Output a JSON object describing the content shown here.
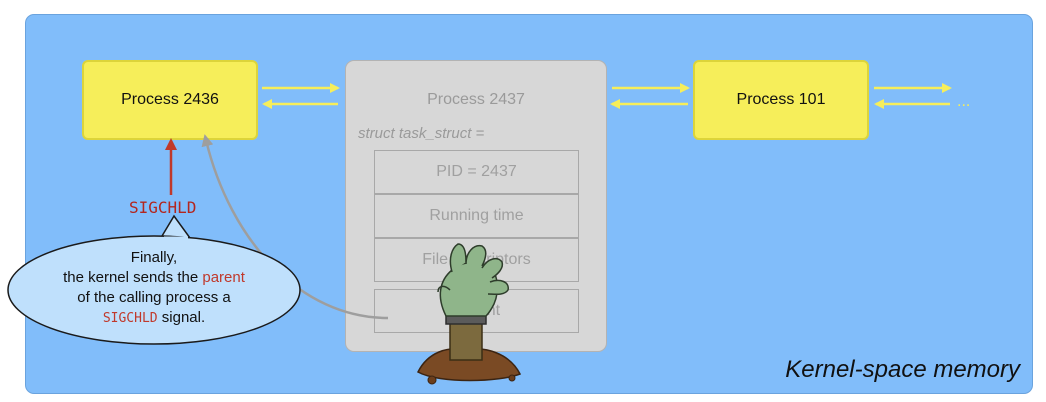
{
  "kernel_label": "Kernel-space memory",
  "processes": {
    "left": "Process 2436",
    "middle": "Process 2437",
    "right": "Process 101"
  },
  "middle_struct": {
    "declaration": "struct task_struct =",
    "fields": [
      "PID = 2437",
      "Running time",
      "File descriptors",
      "Parent"
    ]
  },
  "signal_label": "SIGCHLD",
  "callout": {
    "line1": "Finally,",
    "line2_a": "the kernel sends the ",
    "line2_b": "parent",
    "line3": "of the calling process a",
    "line4_mono": "SIGCHLD",
    "line4_b": " signal."
  },
  "ellipsis": "...",
  "colors": {
    "background": "#81bdfa",
    "process": "#f6ee5a",
    "ghost": "#d7d7d7",
    "arrow_yellow": "#f6ee5a",
    "signal_red": "#b3261e",
    "bubble": "#bfe0fc"
  },
  "icons": [
    "zombie-hand-icon"
  ]
}
